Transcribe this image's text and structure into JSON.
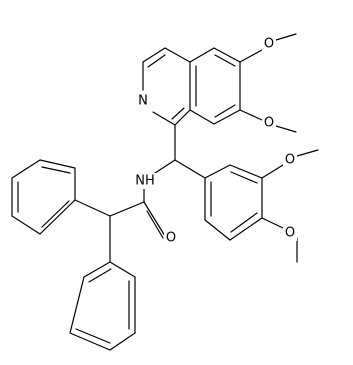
{
  "molecule": {
    "atom_labels": {
      "n_ring": "N",
      "o_ring_methoxy_upper": "O",
      "o_ring_methoxy_lower": "O",
      "nh": "NH",
      "o_carbonyl": "O",
      "o_aryl_methoxy_upper": "O",
      "o_aryl_methoxy_lower": "O"
    }
  }
}
